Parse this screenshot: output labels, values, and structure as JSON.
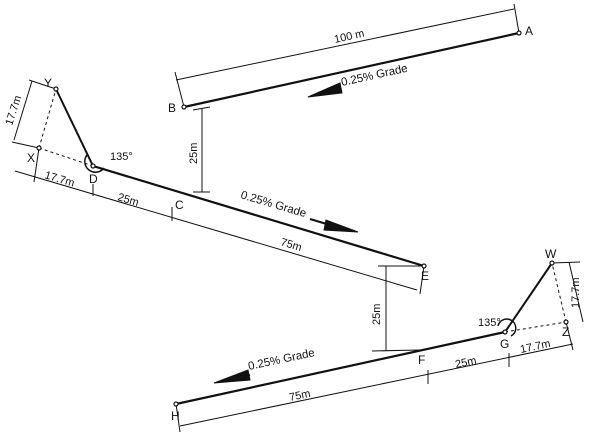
{
  "points": {
    "A": "A",
    "B": "B",
    "C": "C",
    "D": "D",
    "E": "E",
    "F": "F",
    "G": "G",
    "H": "H",
    "W": "W",
    "X": "X",
    "Y": "Y",
    "Z": "Z"
  },
  "dimensions": {
    "ab": "100 m",
    "bc": "25m",
    "xy": "17.7m",
    "xd": "17.7m",
    "dc": "25m",
    "ce": "75m",
    "ef": "25m",
    "fg": "25m",
    "gz": "17.7m",
    "zw": "17.7m",
    "hf": "75m"
  },
  "angles": {
    "d": "135°",
    "g": "135°"
  },
  "grades": {
    "top": "0.25% Grade",
    "middle": "0.25% Grade",
    "bottom": "0.25% Grade"
  }
}
